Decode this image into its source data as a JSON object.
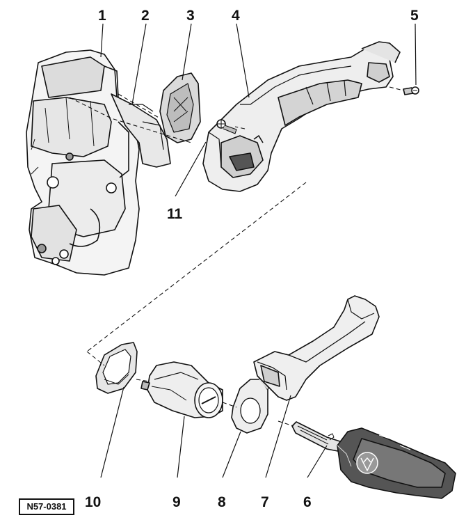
{
  "figure_code": "N57-0381",
  "callouts": {
    "c1": "1",
    "c2": "2",
    "c3": "3",
    "c4": "4",
    "c5": "5",
    "c6": "6",
    "c7": "7",
    "c8": "8",
    "c9": "9",
    "c10": "10",
    "c11": "11"
  },
  "colors": {
    "ink": "#111111",
    "part_fill": "#f4f4f4",
    "shade": "#c8c8c8",
    "dark": "#555555"
  }
}
